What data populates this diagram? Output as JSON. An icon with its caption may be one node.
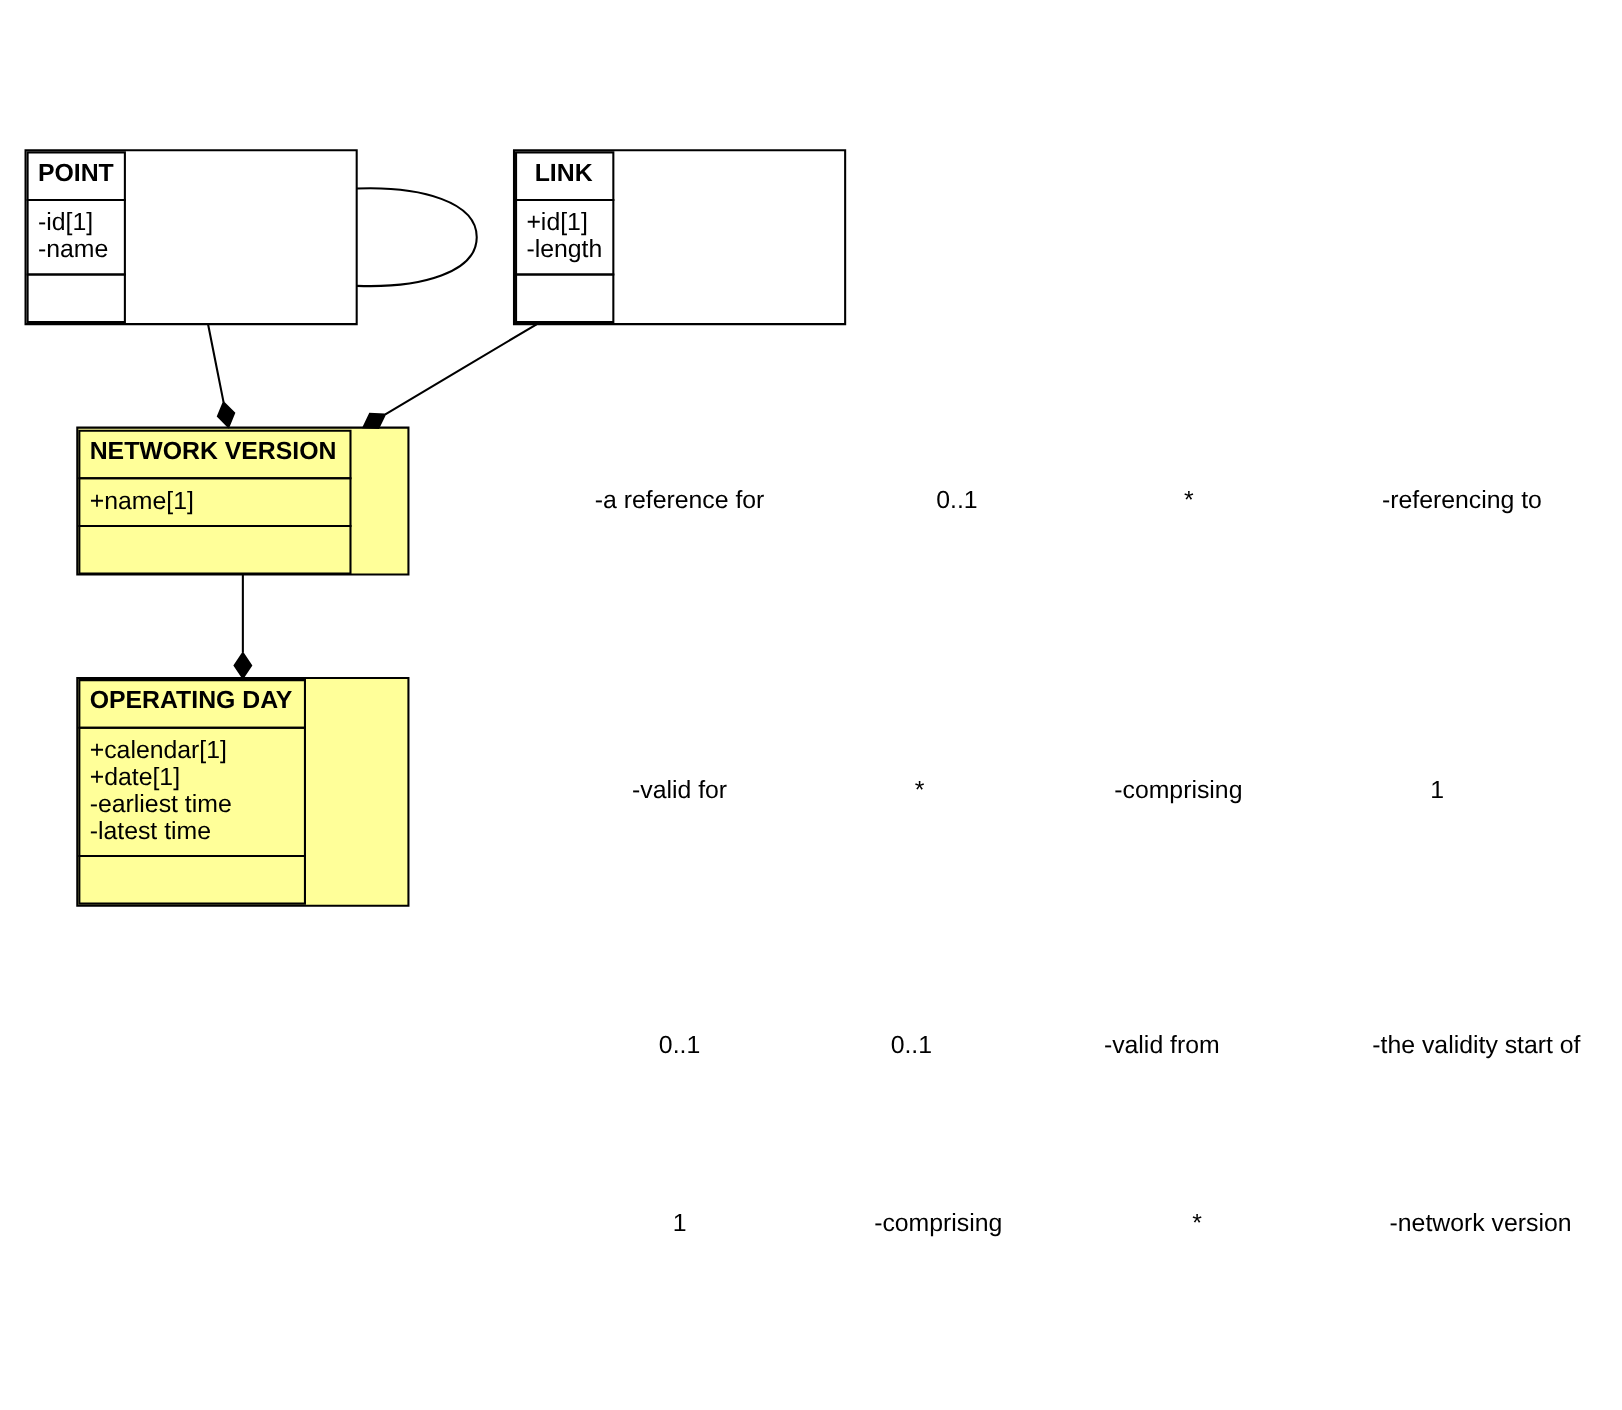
{
  "diagram": {
    "nodes": [
      {
        "text": [
          "POINT",
          "-id[1]",
          "-name"
        ]
      },
      {
        "text": [
          "OPERATING DAY",
          "+calendar[1]",
          "+date[1]",
          "-earliest time",
          "-latest time"
        ]
      },
      {
        "text": [
          "NETWORK VERSION",
          "+name[1]"
        ]
      },
      {
        "text": [
          "LINK",
          "+id[1]",
          "-length"
        ]
      }
    ],
    "edges": [
      {
        "from": 0,
        "to": 0,
        "arrow": "none"
      },
      {
        "from": 0,
        "to": 2,
        "arrow": "other"
      },
      {
        "from": 2,
        "to": 1,
        "arrow": "other"
      },
      {
        "from": 3,
        "to": 2,
        "arrow": "other"
      }
    ],
    "labels": [
      "-a reference for",
      "0..1",
      "*",
      "-referencing to",
      "-valid for",
      "*",
      "-comprising",
      "1",
      "0..1",
      "0..1",
      "-valid from",
      "-the validity start of",
      "1",
      "-comprising",
      "*",
      "-network version"
    ]
  }
}
